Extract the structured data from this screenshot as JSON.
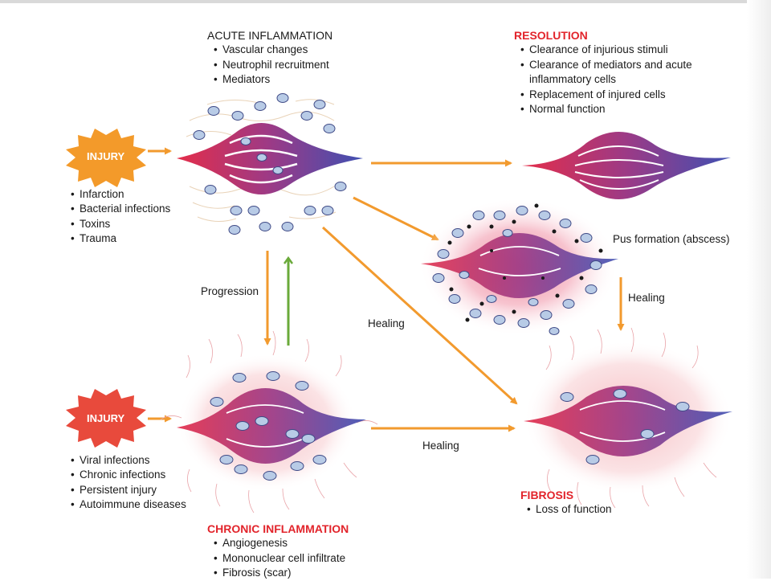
{
  "acute": {
    "title": "ACUTE INFLAMMATION",
    "items": [
      "Vascular changes",
      "Neutrophil recruitment",
      "Mediators"
    ]
  },
  "resolution": {
    "title": "RESOLUTION",
    "items": [
      "Clearance of injurious stimuli",
      "Clearance of mediators and acute inflammatory cells",
      "Replacement of injured cells",
      "Normal function"
    ]
  },
  "injury_top": {
    "label": "INJURY",
    "items": [
      "Infarction",
      "Bacterial infections",
      "Toxins",
      "Trauma"
    ]
  },
  "injury_bottom": {
    "label": "INJURY",
    "items": [
      "Viral infections",
      "Chronic infections",
      "Persistent injury",
      "Autoimmune diseases"
    ]
  },
  "chronic": {
    "title": "CHRONIC INFLAMMATION",
    "items": [
      "Angiogenesis",
      "Mononuclear cell infiltrate",
      "Fibrosis (scar)"
    ]
  },
  "fibrosis": {
    "title": "FIBROSIS",
    "items": [
      "Loss of function"
    ]
  },
  "labels": {
    "pus": "Pus formation (abscess)",
    "progression": "Progression",
    "healing_middle": "Healing",
    "healing_right": "Healing",
    "healing_bottom": "Healing"
  },
  "colors": {
    "arrow": "#f29a2e",
    "green_arrow": "#6aaa3a",
    "title_red": "#e2242b",
    "artery": "#e0304a",
    "vein": "#4150b0",
    "cell": "#b8cbe6"
  }
}
